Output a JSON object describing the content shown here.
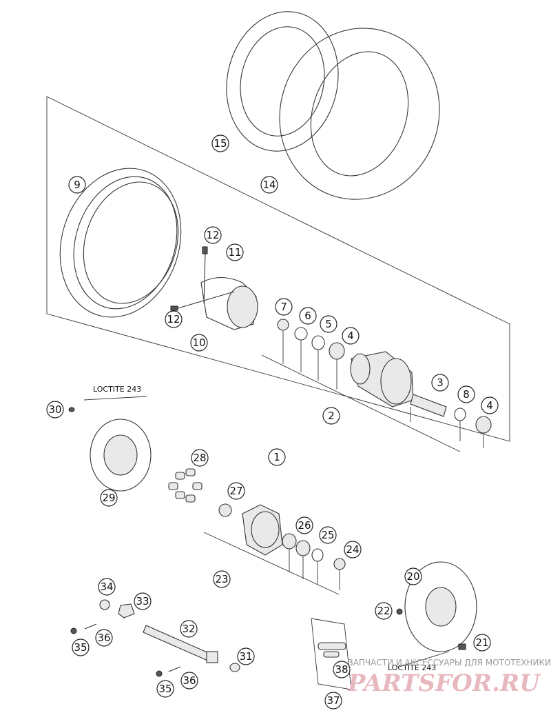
{
  "callouts": [
    "1",
    "2",
    "3",
    "4",
    "4",
    "5",
    "6",
    "7",
    "8",
    "9",
    "10",
    "11",
    "12",
    "12",
    "14",
    "15",
    "20",
    "21",
    "22",
    "23",
    "24",
    "25",
    "26",
    "27",
    "28",
    "29",
    "30",
    "31",
    "32",
    "33",
    "34",
    "35",
    "35",
    "36",
    "36",
    "37",
    "38"
  ],
  "notes": {
    "loctite_1": "LOCTITE 243",
    "loctite_2": "LOCTITE 243"
  },
  "watermark": {
    "caption": "ЗАПЧАСТИ И АКСЕССУАРЫ ДЛЯ МОТОТЕХНИКИ",
    "brand": "PARTSFOR.RU"
  }
}
